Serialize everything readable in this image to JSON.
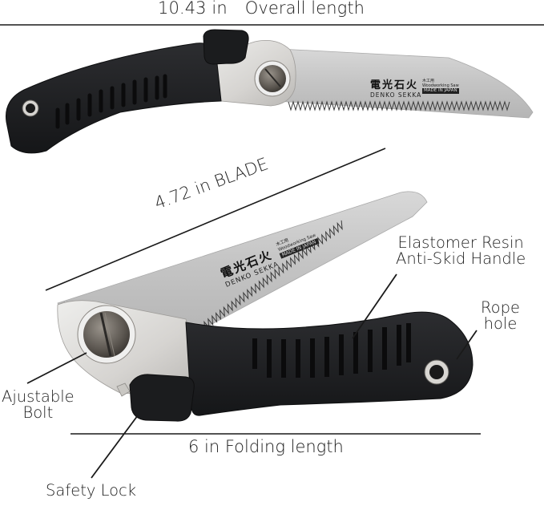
{
  "product": {
    "brand_kanji": "電光石火",
    "brand_name": "DENKO SEKKA",
    "blade_kanji": "木工用",
    "blade_type": "Woodworking Saw",
    "origin": "MADE IN JAPAN"
  },
  "dimensions": {
    "overall_value": "10.43 in",
    "overall_label": "Overall length",
    "blade": "4.72 in BLADE",
    "folding": "6 in Folding length"
  },
  "callouts": {
    "handle_line1": "Elastomer Resin",
    "handle_line2": "Anti-Skid Handle",
    "rope_line1": "Rope",
    "rope_line2": "hole",
    "bolt_line1": "Ajustable",
    "bolt_line2": "Bolt",
    "lock": "Safety Lock"
  },
  "colors": {
    "handle": "#1e1f21",
    "blade": "#c9c9c9",
    "steel_plate": "#d9d7d4",
    "text": "#1c1c1c",
    "line": "#1a1a1a"
  }
}
